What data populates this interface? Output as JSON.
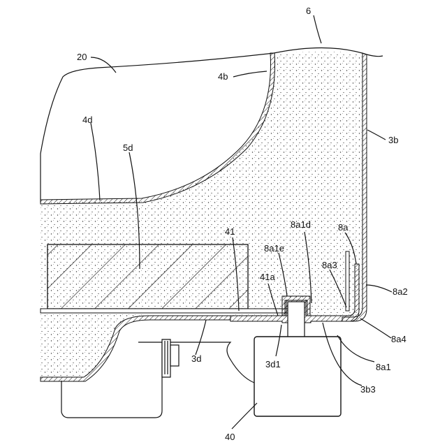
{
  "labels": {
    "l_6": "6",
    "l_20": "20",
    "l_4b": "4b",
    "l_3b": "3b",
    "l_4d": "4d",
    "l_5d": "5d",
    "l_41": "41",
    "l_8a1d": "8a1d",
    "l_8a": "8a",
    "l_8a1e": "8a1e",
    "l_8a3": "8a3",
    "l_41a": "41a",
    "l_8a2": "8a2",
    "l_8a4": "8a4",
    "l_3d": "3d",
    "l_3d1": "3d1",
    "l_8a1": "8a1",
    "l_3b3": "3b3",
    "l_40": "40"
  }
}
